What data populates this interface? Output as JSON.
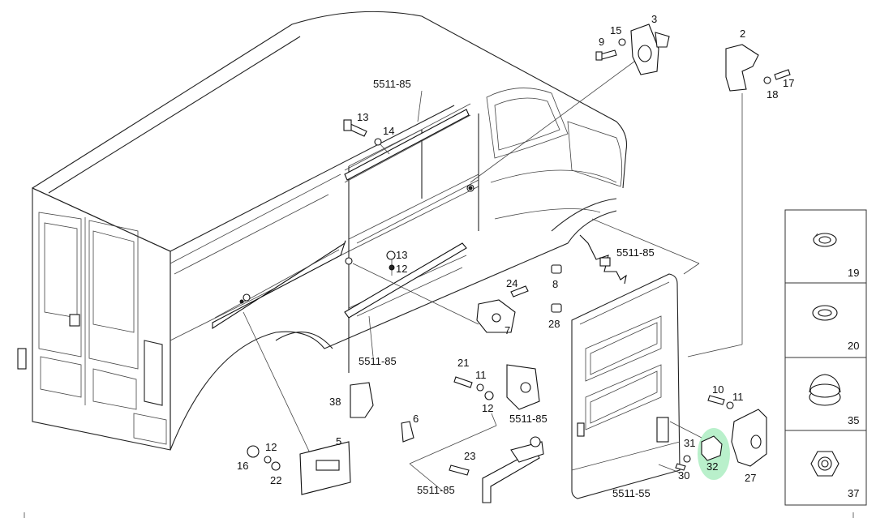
{
  "callouts": {
    "c5511_85_top": "5511-85",
    "c5511_85_right": "5511-85",
    "c5511_85_mid": "5511-85",
    "c5511_85_lock": "5511-85",
    "c5511_85_bottom": "5511-85",
    "c5511_55": "5511-55",
    "p2": "2",
    "p3": "3",
    "p5": "5",
    "p6": "6",
    "p7": "7",
    "p8": "8",
    "p9": "9",
    "p10": "10",
    "p11a": "11",
    "p11b": "11",
    "p12a": "12",
    "p12b": "12",
    "p12c": "12",
    "p13a": "13",
    "p13b": "13",
    "p14": "14",
    "p15": "15",
    "p16": "16",
    "p17": "17",
    "p18": "18",
    "p21": "21",
    "p22": "22",
    "p23": "23",
    "p24": "24",
    "p27": "27",
    "p28": "28",
    "p30": "30",
    "p31": "31",
    "p32": "32",
    "p38": "38"
  },
  "side_panel": [
    {
      "label": "19"
    },
    {
      "label": "20"
    },
    {
      "label": "35"
    },
    {
      "label": "37"
    }
  ],
  "highlight": {
    "part": "32",
    "color": "#7fe3a0"
  }
}
